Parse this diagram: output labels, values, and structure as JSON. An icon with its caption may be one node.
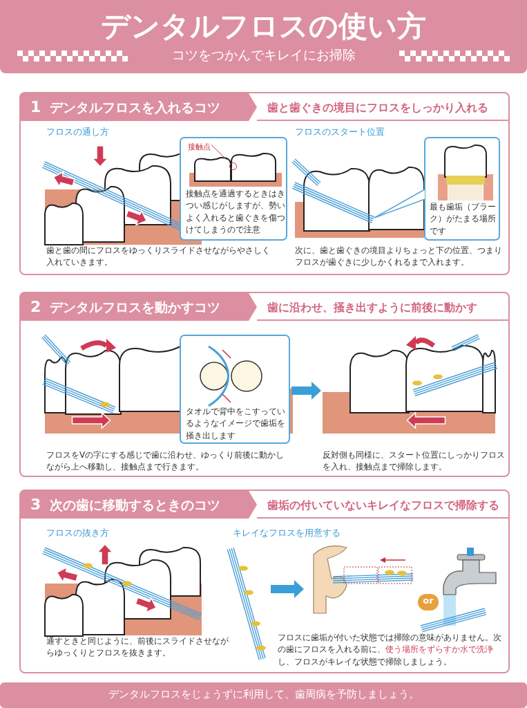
{
  "diagram": {
    "nodes": [
      {
        "text": [
          "デンタルフロスの使い方",
          "コツをつかんでキレイにお掃除"
        ]
      },
      {
        "text": [
          "歯と歯ぐきの境目にフロスをしっかり入れる",
          "フロスの通し方",
          "歯と歯の間にフロスをゆっくりスライドさせながらやさしく入れていきます。",
          "フロスのスタート位置",
          "次に、歯と歯ぐきの境目よりちょっと下の位置、つまりフロスが歯ぐきに少しかくれるまで入れます。"
        ]
      },
      {
        "text": [
          "1",
          "デンタルフロスを入れるコツ"
        ],
        "in": 1
      },
      {
        "text": [
          "接触点を通過するときはきつい感じがしますが、勢いよく入れると歯ぐきを傷つけてしまうので注意"
        ],
        "in": 1
      },
      {
        "text": [
          "接触点"
        ],
        "in": 3
      },
      {
        "text": [],
        "shape": "circle",
        "in": 3
      },
      {
        "text": [
          "最も歯垢（プラーク）がたまる場所です"
        ],
        "in": 1
      },
      {
        "text": [
          "歯に沿わせ、掻き出すように前後に動かす",
          "フロスをVの字にする感じで歯に沿わせ、ゆっくり前後に動かしながら上へ移動し、接触点まで行きます。",
          "反対側も同様に、スタート位置にしっかりフロスを入れ、接触点まで掃除します。"
        ]
      },
      {
        "text": [
          "2",
          "デンタルフロスを動かすコツ"
        ],
        "in": 7
      },
      {
        "text": [],
        "shape": "picture",
        "in": 7
      },
      {
        "text": [
          "タオルで背中をこすっているようなイメージで歯垢を掻き出します"
        ],
        "in": 9
      },
      {
        "text": [],
        "shape": "picture",
        "in": 7
      },
      {
        "text": [
          "歯垢の付いていないキレイなフロスで掃除する",
          "フロスの抜き方",
          "通すときと同じように、前後にスライドさせながらゆっくりとフロスを抜きます。",
          "キレイなフロスを用意する",
          "フロスに歯垢が付いた状態では掃除の意味がありません。次の歯にフロスを入れる前に、**使う場所をずらすか水で洗浄**し、フロスがキレイな状態で掃除しましょう。"
        ]
      },
      {
        "text": [
          "3",
          "次の歯に移動するときのコツ"
        ],
        "in": 12
      },
      {
        "text": [],
        "shape": "picture",
        "in": 12
      },
      {
        "text": [],
        "shape": "picture",
        "in": 12
      },
      {
        "text": [
          "or"
        ],
        "in": 12
      },
      {
        "text": [
          "デンタルフロスをじょうずに利用して、歯周病を予防しましょう。"
        ]
      }
    ],
    "edges": [
      {
        "from": 4,
        "to": 5,
        "arrow": "none",
        "color": "#c0303a"
      },
      {
        "from": 9,
        "to": 11,
        "arrow": "to"
      },
      {
        "from": 14,
        "to": 15,
        "arrow": "to"
      }
    ]
  }
}
